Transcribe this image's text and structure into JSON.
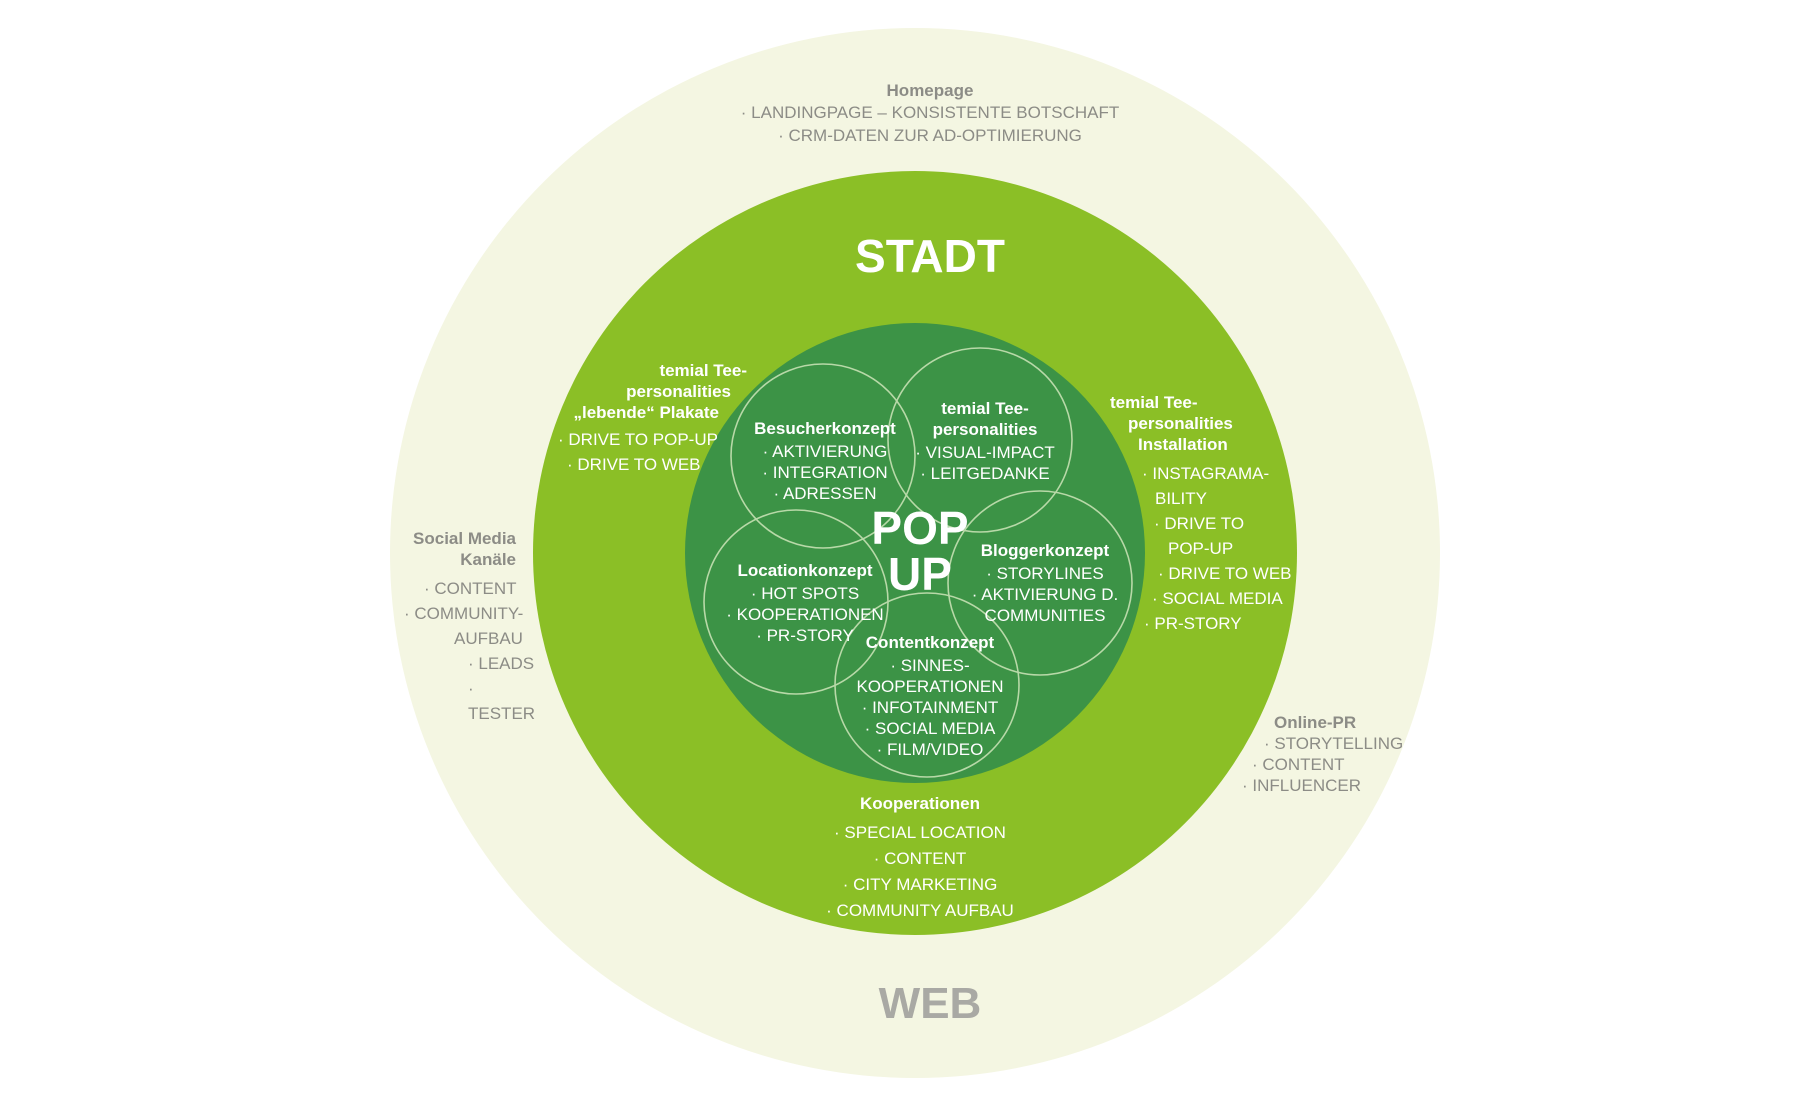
{
  "colors": {
    "outer_ring": "#f4f6e2",
    "stadt_ring": "#8bbf26",
    "inner_circle": "#3c9346",
    "concept_outline": "#b8d9a8",
    "white_text": "#ffffff",
    "gray_text": "#8c8c86",
    "web_label": "#a9a9a4"
  },
  "labels": {
    "stadt": "STADT",
    "web": "WEB",
    "popup_line1": "POP",
    "popup_line2": "UP"
  },
  "web_blocks": {
    "homepage": {
      "title": "Homepage",
      "items": [
        "· LANDINGPAGE – KONSISTENTE BOTSCHAFT",
        "· CRM-DATEN ZUR AD-OPTIMIERUNG"
      ]
    },
    "social_media": {
      "title1": "Social Media",
      "title2": "Kanäle",
      "items": [
        "· CONTENT",
        "· COMMUNITY-",
        "AUFBAU",
        "· LEADS",
        "· TESTER"
      ]
    },
    "online_pr": {
      "title": "Online-PR",
      "items": [
        "· STORYTELLING",
        "· CONTENT",
        "· INFLUENCER"
      ]
    }
  },
  "stadt_blocks": {
    "plakate": {
      "title1": "temial Tee-",
      "title2": "personalities",
      "title3": "„lebende“ Plakate",
      "items": [
        "· DRIVE TO POP-UP",
        "· DRIVE TO WEB"
      ]
    },
    "installation": {
      "title1": "temial Tee-",
      "title2": "personalities",
      "title3": "Installation",
      "items": [
        "· INSTAGRAMA-",
        "BILITY",
        "· DRIVE TO",
        "POP-UP",
        "· DRIVE TO WEB",
        "· SOCIAL MEDIA",
        "· PR-STORY"
      ]
    },
    "kooperationen": {
      "title": "Kooperationen",
      "items": [
        "· SPECIAL LOCATION",
        "· CONTENT",
        "· CITY MARKETING",
        "· COMMUNITY AUFBAU"
      ]
    }
  },
  "concepts": {
    "besucher": {
      "title": "Besucherkonzept",
      "items": [
        "· AKTIVIERUNG",
        "· INTEGRATION",
        "· ADRESSEN"
      ]
    },
    "tee": {
      "title1": "temial Tee-",
      "title2": "personalities",
      "items": [
        "· VISUAL-IMPACT",
        "· LEITGEDANKE"
      ]
    },
    "location": {
      "title": "Locationkonzept",
      "items": [
        "· HOT SPOTS",
        "· KOOPERATIONEN",
        "· PR-STORY"
      ]
    },
    "blogger": {
      "title": "Bloggerkonzept",
      "items": [
        "· STORYLINES",
        "· AKTIVIERUNG D.",
        "COMMUNITIES"
      ]
    },
    "content": {
      "title": "Contentkonzept",
      "items": [
        "· SINNES-",
        "KOOPERATIONEN",
        "· INFOTAINMENT",
        "· SOCIAL MEDIA",
        "· FILM/VIDEO"
      ]
    }
  }
}
